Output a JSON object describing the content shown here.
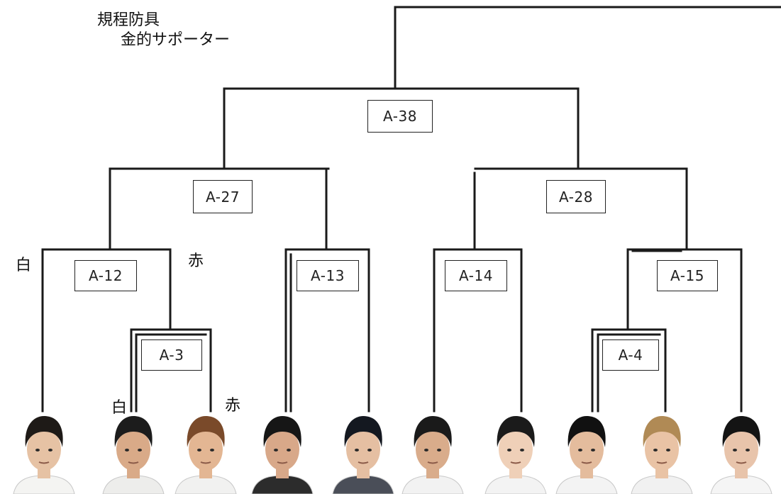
{
  "sponsor": {
    "line1": "規程防具",
    "line2": "金的サポーター"
  },
  "labels": {
    "white": "白",
    "red": "赤"
  },
  "matches": {
    "final": "A-38",
    "semi_left": "A-27",
    "semi_right": "A-28",
    "qf1": "A-12",
    "qf2": "A-13",
    "qf3": "A-14",
    "qf4": "A-15",
    "r1_left": "A-3",
    "r1_right": "A-4"
  },
  "competitors": [
    {
      "hair": "#1e1a17",
      "gi": "#f4f4f2",
      "skin": "#e6c2a4"
    },
    {
      "hair": "#1c1c1c",
      "gi": "#ededeb",
      "skin": "#d9aa88"
    },
    {
      "hair": "#7a4a2a",
      "gi": "#f1f1f0",
      "skin": "#e3b693"
    },
    {
      "hair": "#161616",
      "gi": "#2c2c2c",
      "skin": "#d8a889"
    },
    {
      "hair": "#141820",
      "gi": "#4a4e58",
      "skin": "#e5bfa2"
    },
    {
      "hair": "#1a1a1a",
      "gi": "#f2f2f2",
      "skin": "#d9ac8b"
    },
    {
      "hair": "#1b1b1b",
      "gi": "#f3f3f3",
      "skin": "#efd0b8"
    },
    {
      "hair": "#111111",
      "gi": "#f3f3f3",
      "skin": "#e4bc9d"
    },
    {
      "hair": "#b08a55",
      "gi": "#f1f1f1",
      "skin": "#e9c3a5"
    },
    {
      "hair": "#141414",
      "gi": "#f5f5f5",
      "skin": "#e8c4ab"
    }
  ]
}
